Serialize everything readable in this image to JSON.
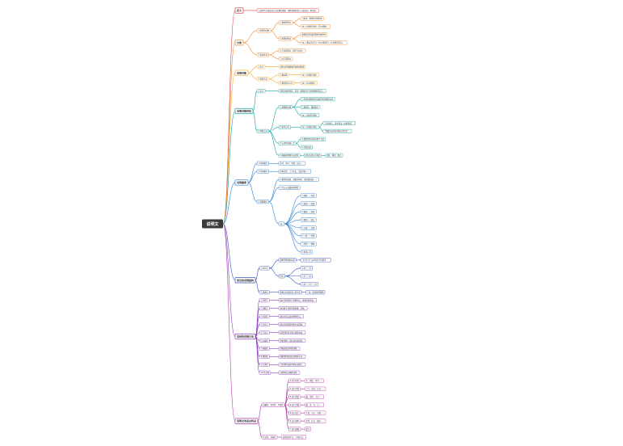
{
  "colors": {
    "background": "#ffffff",
    "root": "#3a3a3a",
    "red": "#e0464d",
    "orange": "#ef8a2c",
    "amber": "#f0a92b",
    "teal": "#1aa3a3",
    "blue": "#2d7fd1",
    "indigo": "#3a56c4",
    "purple": "#8a3ec4",
    "violet": "#b23aa8",
    "highlight": "#e0464d"
  },
  "root": {
    "label": "说明文"
  },
  "branches": [
    {
      "label": "定义",
      "color": "red",
      "children": [
        {
          "label": "以说明为主要表达方式来解说事物、阐明事理而给人以知识的一种文体。"
        }
      ]
    },
    {
      "label": "分类",
      "color": "orange",
      "children": [
        {
          "label": "1.按说明对象",
          "children": [
            {
              "label": "1.事物说明文",
              "children": [
                {
                  "label": "介绍某一事物的形状构造"
                },
                {
                  "label": "eg:《中国石拱桥》《苏州园林》"
                }
              ]
            },
            {
              "label": "2.事理说明文",
              "children": [
                {
                  "label": "事理说明有着逻辑性和顺序性"
                },
                {
                  "label": "eg:《看云识天气》《向沙漠进军》《大自然的语言》"
                }
              ]
            }
          ]
        },
        {
          "label": "2.表达形式",
          "children": [
            {
              "label": "1.平实说明文（科学小品文）"
            },
            {
              "label": "2.文艺说明文"
            }
          ]
        }
      ]
    },
    {
      "label": "说明对象",
      "color": "amber",
      "children": [
        {
          "label": "1.定义",
          "children": [
            {
              "label": "说明文所要阐述的事物或事理"
            }
          ]
        },
        {
          "label": "2.说明方法",
          "children": [
            {
              "label": "1.看标题",
              "children": [
                {
                  "label": "eg:《中国石拱桥》"
                }
              ]
            },
            {
              "label": "2.看首段中心句",
              "children": [
                {
                  "label": "eg:《苏州园林》"
                }
              ]
            }
          ]
        }
      ]
    },
    {
      "label": "说明对象特征",
      "color": "teal",
      "children": [
        {
          "label": "1.定义",
          "children": [
            {
              "label": "说明对象的特征，是这一事物区别于其他事物的标志。"
            }
          ]
        },
        {
          "label": "2.判断方法",
          "children": [
            {
              "label": "1.抓题眼关键",
              "children": [
                {
                  "label": "1.有的标题把说明对象的特征概括出来"
                },
                {
                  "label": "2.看修饰、限制成分"
                },
                {
                  "label": "eg:《奇妙的克隆》"
                }
              ]
            },
            {
              "label": "2.抓中心句",
              "children": [
                {
                  "label": "eg:《中国石拱桥》",
                  "children": [
                    {
                      "label": "“历史悠久，形式优美，结构坚固”"
                    },
                    {
                      "label": "“我国的石拱桥有悠久的历史”"
                    }
                  ]
                }
              ]
            },
            {
              "label": "3.从说明对象入手",
              "children": [
                {
                  "label": "1.看所说明对象的哪个方面"
                },
                {
                  "label": "2.归纳总结"
                }
              ]
            },
            {
              "label": "4.根据说明顺序去提炼",
              "children": [
                {
                  "label": "抓住各部分关键语",
                  "children": [
                    {
                      "label": "提炼、概括、整合"
                    }
                  ]
                }
              ]
            }
          ]
        }
      ]
    },
    {
      "label": "说明顺序",
      "color": "blue",
      "children": [
        {
          "label": "1.时间顺序",
          "children": [
            {
              "label": "年代、季节、早晚、先后……"
            }
          ]
        },
        {
          "label": "2.空间顺序",
          "children": [
            {
              "label": "东南西北、上下左右、前后内外……"
            }
          ]
        },
        {
          "label": "3.逻辑顺序",
          "children": [
            {
              "label": "1.整体到局部、现象到本质、原因到结果……"
            },
            {
              "label": "2.可以从语篇结构判断"
            },
            {
              "label": "eg:",
              "children": [
                {
                  "label": "1.现象——本质"
                },
                {
                  "label": "2.原因——结果"
                },
                {
                  "label": "3.概括——具体"
                },
                {
                  "label": "4.整体——部分"
                },
                {
                  "label": "5.主要——次要"
                },
                {
                  "label": "6.一般——特殊"
                },
                {
                  "label": "7.具体——抽象"
                },
                {
                  "label": "8.由浅入深"
                }
              ]
            }
          ]
        }
      ]
    },
    {
      "label": "常见的说明结构",
      "color": "indigo",
      "children": [
        {
          "label": "1.总分式",
          "children": [
            {
              "label": "事物的整体和局部",
              "children": [
                {
                  "label": "“总”和“分”之间存在内在联系"
                }
              ]
            },
            {
              "label": "形式",
              "children": [
                {
                  "label": "1.总——分"
                },
                {
                  "label": "2.分——总"
                },
                {
                  "label": "3.总——分——总"
                }
              ]
            }
          ]
        },
        {
          "label": "2.递进式",
          "children": [
            {
              "label": "事物之间层层深入的关系",
              "children": [
                {
                  "label": "一层一层地说明事物"
                }
              ]
            }
          ]
        }
      ]
    },
    {
      "label": "常用的说明方法",
      "color": "purple",
      "children": [
        {
          "label": "1.举例子",
          "children": [
            {
              "label": "通过举例说明了事物特征，使说明更具体。"
            }
          ]
        },
        {
          "label": "2.列数字",
          "children": [
            {
              "label": "通过数字使说明更准确、具体。"
            }
          ]
        },
        {
          "label": "3.作比较",
          "children": [
            {
              "label": "通过比较突出事物的特点。"
            }
          ]
        },
        {
          "label": "4.打比方",
          "children": [
            {
              "label": "通过比喻使说明更生动形象。"
            }
          ]
        },
        {
          "label": "5.下定义",
          "children": [
            {
              "label": "用简明的语言揭示事物本质。"
            }
          ]
        },
        {
          "label": "6.分类别",
          "children": [
            {
              "label": "将事物按一定标准分类说明。"
            }
          ]
        },
        {
          "label": "7.画图表",
          "children": [
            {
              "label": "用图表使说明更直观。"
            }
          ]
        },
        {
          "label": "8.摹状貌",
          "children": [
            {
              "label": "描摹事物形态使说明更生动。"
            }
          ]
        },
        {
          "label": "9.引资料",
          "children": [
            {
              "label": "引用资料使说明更有说服力。"
            }
          ]
        },
        {
          "label": "10.作诠释",
          "children": [
            {
              "label": "对事物加以解释说明。"
            }
          ]
        }
      ]
    },
    {
      "label": "说明文的语言特点",
      "color": "violet",
      "children": [
        {
          "label": "准确性、科学性、严密性",
          "children": [
            {
              "label": "1.表示时间",
              "children": [
                {
                  "label": "年、季度、早中……"
                }
              ]
            },
            {
              "label": "2.表示空间",
              "children": [
                {
                  "label": "上下、前后、左右……"
                }
              ]
            },
            {
              "label": "3.表示程度",
              "children": [
                {
                  "label": "最、非常、十分……"
                }
              ]
            },
            {
              "label": "4.表示范围",
              "children": [
                {
                  "label": "都、全、仅、只……"
                }
              ]
            },
            {
              "label": "5.表示估计",
              "children": [
                {
                  "label": "大约、左右、可能……"
                }
              ]
            },
            {
              "label": "6.表示频率",
              "children": [
                {
                  "label": "常常、往往、偶尔……"
                }
              ]
            },
            {
              "label": "7.表示数量",
              "children": [
                {
                  "label": "数字"
                }
              ]
            }
          ]
        },
        {
          "label": "生动性、形象性",
          "children": [
            {
              "label": "使用修辞手法、引用诗文。"
            }
          ]
        }
      ]
    }
  ]
}
